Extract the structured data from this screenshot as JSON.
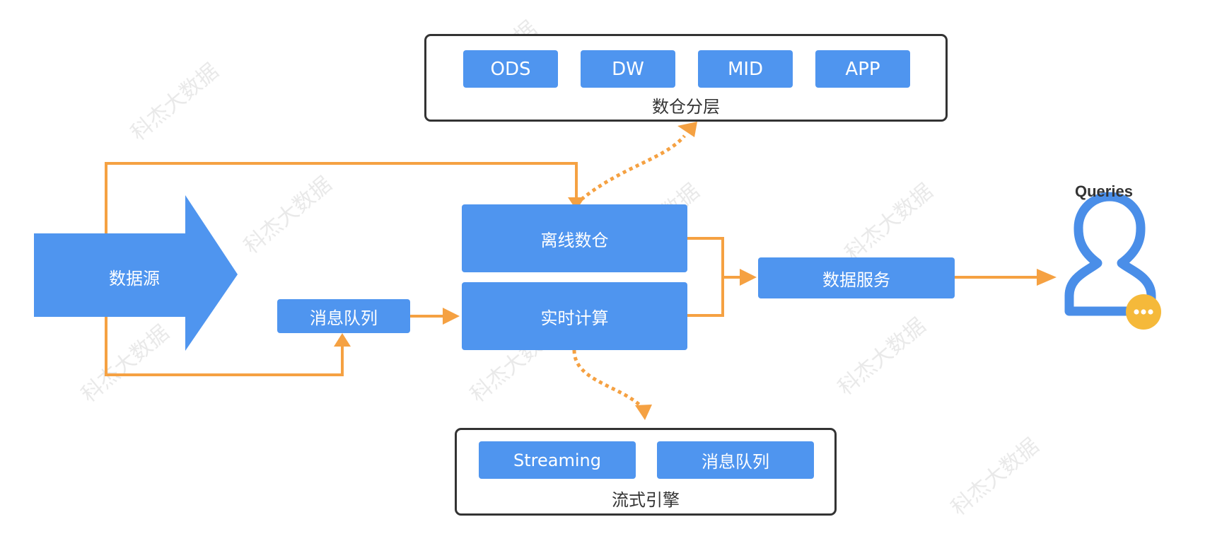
{
  "groups": {
    "warehouse_layers": {
      "label": "数仓分层",
      "items": [
        "ODS",
        "DW",
        "MID",
        "APP"
      ]
    },
    "stream_engine": {
      "label": "流式引擎",
      "items": [
        "Streaming",
        "消息队列"
      ]
    }
  },
  "nodes": {
    "data_source": "数据源",
    "message_queue": "消息队列",
    "offline_warehouse": "离线数仓",
    "realtime_compute": "实时计算",
    "data_service": "数据服务"
  },
  "consumer": {
    "label": "Queries",
    "icon": "user-chat-icon"
  },
  "watermark": "科杰大数据",
  "colors": {
    "box_blue": "#4f95ef",
    "arrow_orange": "#f5a142",
    "border_dark": "#333333",
    "user_blue": "#4a8ee8",
    "badge_yellow": "#f5b93a"
  }
}
